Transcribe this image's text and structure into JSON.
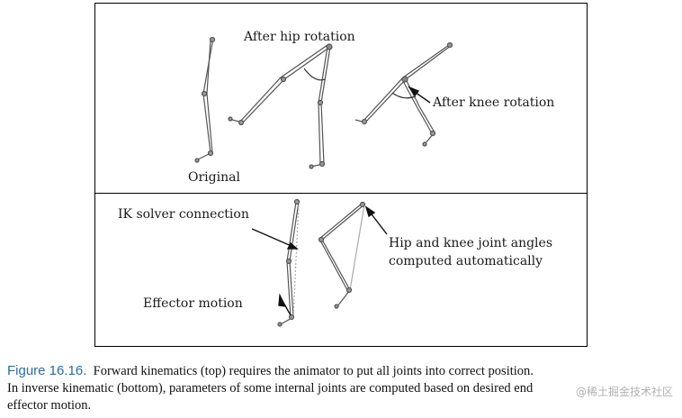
{
  "labels": {
    "original": "Original",
    "after_hip": "After hip rotation",
    "after_knee": "After knee rotation",
    "ik_solver": "IK solver connection",
    "hip_knee": "Hip and knee joint angles",
    "computed_auto": "computed automatically",
    "effector": "Effector motion"
  },
  "caption": {
    "figure_number": "Figure 16.16.",
    "line1": "Forward kinematics (top) requires the animator to put all joints into correct position.",
    "line2": "In inverse kinematic (bottom), parameters of some internal joints are computed based on desired end",
    "line3": "effector motion."
  },
  "watermark": "@稀土掘金技术社区"
}
